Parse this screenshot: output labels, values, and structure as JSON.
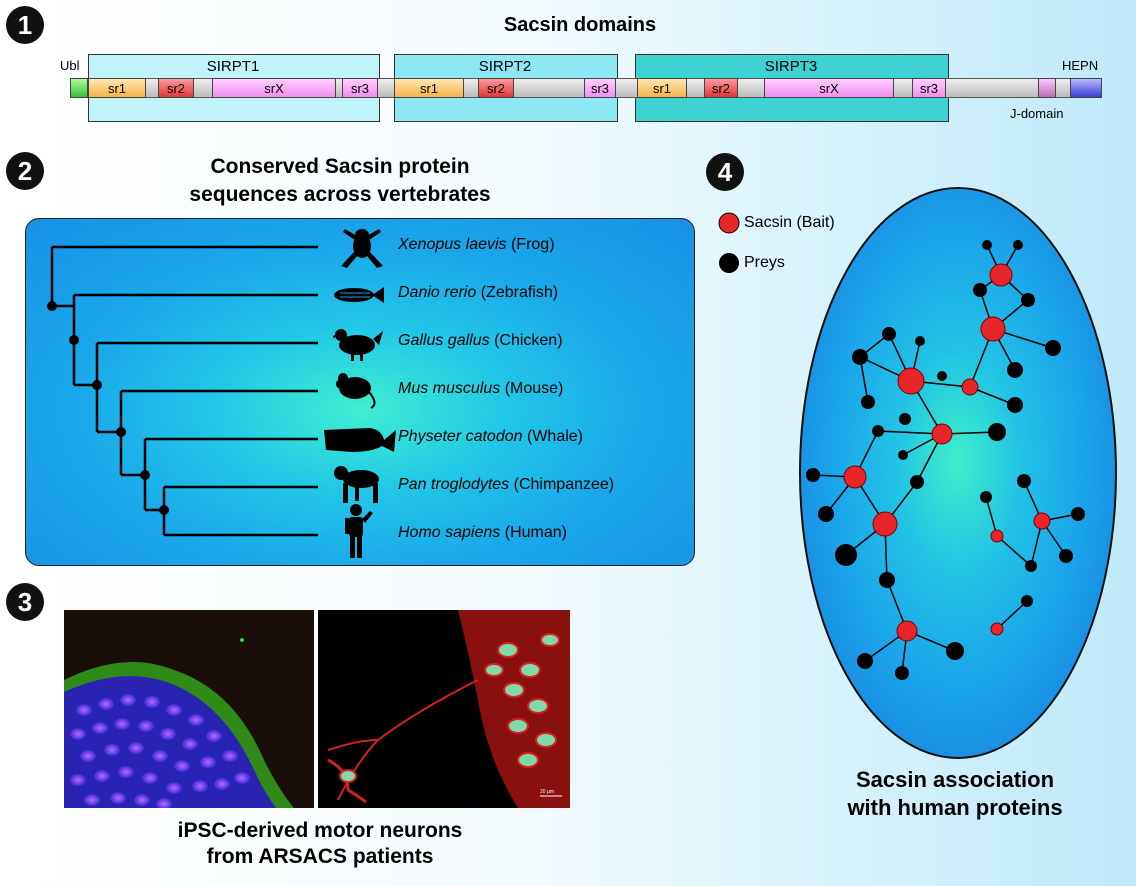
{
  "panels": {
    "p1": {
      "number": "1",
      "title": "Sacsin domains"
    },
    "p2": {
      "number": "2",
      "title_line1": "Conserved Sacsin protein",
      "title_line2": "sequences across vertebrates"
    },
    "p3": {
      "number": "3",
      "caption_line1": "iPSC-derived motor neurons",
      "caption_line2": "from ARSACS patients"
    },
    "p4": {
      "number": "4",
      "caption_line1": "Sacsin association",
      "caption_line2": "with human proteins"
    }
  },
  "domains": {
    "ubl": "Ubl",
    "hepn": "HEPN",
    "jdomain": "J-domain",
    "sirpt1": "SIRPT1",
    "sirpt2": "SIRPT2",
    "sirpt3": "SIRPT3",
    "sr1": "sr1",
    "sr2": "sr2",
    "srx": "srX",
    "sr3": "sr3"
  },
  "species": [
    {
      "latin": "Xenopus laevis",
      "common": "(Frog)",
      "icon": "frog-icon"
    },
    {
      "latin": "Danio rerio",
      "common": "(Zebrafish)",
      "icon": "zebrafish-icon"
    },
    {
      "latin": "Gallus gallus",
      "common": "(Chicken)",
      "icon": "chicken-icon"
    },
    {
      "latin": "Mus musculus",
      "common": "(Mouse)",
      "icon": "mouse-icon"
    },
    {
      "latin": "Physeter catodon",
      "common": "(Whale)",
      "icon": "whale-icon"
    },
    {
      "latin": "Pan troglodytes",
      "common": "(Chimpanzee)",
      "icon": "chimpanzee-icon"
    },
    {
      "latin": "Homo sapiens",
      "common": "(Human)",
      "icon": "human-icon"
    }
  ],
  "legend": {
    "bait": "Sacsin (Bait)",
    "preys": "Preys"
  },
  "colors": {
    "bait": "#e8262a",
    "prey": "#000000",
    "panel_blue": "#1a9be8"
  },
  "scale_bar": "20 μm"
}
